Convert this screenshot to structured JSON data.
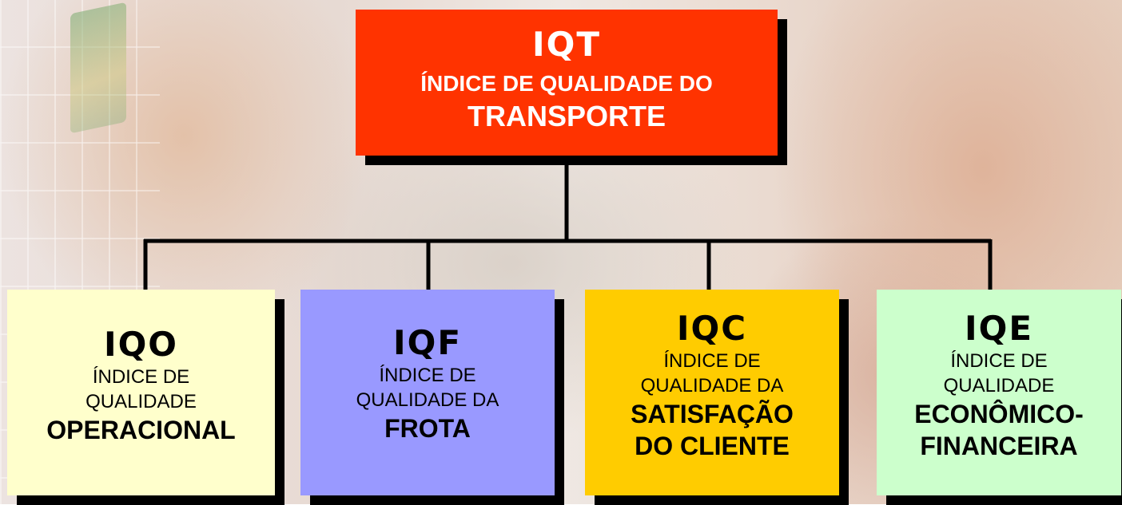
{
  "root": {
    "code": "IQT",
    "line1": "ÍNDICE DE QUALIDADE DO",
    "line2": "TRANSPORTE",
    "color": "#ff3300"
  },
  "children": [
    {
      "code": "IQO",
      "desc_lines": [
        "ÍNDICE DE",
        "QUALIDADE"
      ],
      "emph_lines": [
        "OPERACIONAL"
      ],
      "color": "#ffffcc"
    },
    {
      "code": "IQF",
      "desc_lines": [
        "ÍNDICE DE",
        "QUALIDADE DA"
      ],
      "emph_lines": [
        "FROTA"
      ],
      "color": "#9999ff"
    },
    {
      "code": "IQC",
      "desc_lines": [
        "ÍNDICE DE",
        "QUALIDADE DA"
      ],
      "emph_lines": [
        "SATISFAÇÃO",
        "DO CLIENTE"
      ],
      "color": "#ffcc00"
    },
    {
      "code": "IQE",
      "desc_lines": [
        "ÍNDICE DE",
        "QUALIDADE"
      ],
      "emph_lines": [
        "ECONÔMICO-",
        "FINANCEIRA"
      ],
      "color": "#ccffcc"
    }
  ]
}
